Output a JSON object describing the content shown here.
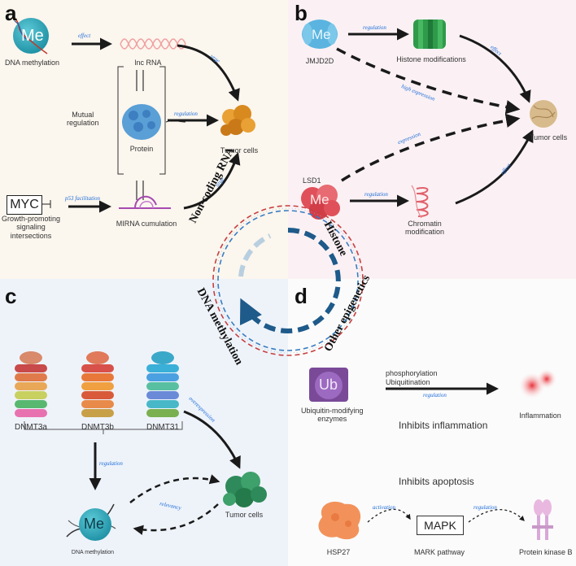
{
  "panels": {
    "a": "a",
    "b": "b",
    "c": "c",
    "d": "d"
  },
  "panel_a": {
    "me_label": "Me",
    "dna_methylation": "DNA methylation",
    "effect": "effect",
    "lnc_rna": "lnc RNA",
    "urge_top": "urge",
    "mutual_regulation": "Mutual\nregulation",
    "protein": "Protein",
    "regulation": "regulation",
    "tumor_cells": "Tumor cells",
    "myc": "MYC",
    "growth_promoting": "Growth-promoting\nsignaling\nintersections",
    "p53_facilitation": "p53 facilitation",
    "mirna_cumulation": "MIRNA cumulation",
    "urge_bottom": "urge"
  },
  "panel_b": {
    "me_label": "Me",
    "jmjd2d": "JMJD2D",
    "regulation_top": "regulation",
    "histone_modifications": "Histone modifications",
    "effect_top": "effect",
    "high_expression": "high expression",
    "tumor_cells": "Tumor cells",
    "expression": "expression",
    "lsd1": "LSD1",
    "me_label_2": "Me",
    "regulation_bottom": "regulation",
    "chromatin_modification": "Chromatin\nmodification",
    "effect_bottom": "effect"
  },
  "ring": {
    "non_coding_rna": "Non-coding RNA",
    "histone": "Histone",
    "dna_methylation": "DNA methylation",
    "other_epigenetics": "Other epigenetics"
  },
  "panel_c": {
    "dnmt3a": "DNMT3a",
    "dnmt3b": "DNMT3b",
    "dnmt31": "DNMT31",
    "overexpression": "overexpression",
    "regulation": "regulation",
    "tumor_cells": "Tumor cells",
    "relevancy": "relevancy",
    "me_label": "Me",
    "dna_methylation": "DNA methylation"
  },
  "panel_d": {
    "ub_label": "Ub",
    "ubiquitin_enzymes": "Ubiquitin-modifying\nenzymes",
    "phosphorylation": "phosphorylation",
    "ubiquitination": "Ubiquitination",
    "regulation_top": "regulation",
    "inflammation": "Inflammation",
    "inhibits_inflammation": "Inhibits inflammation",
    "inhibits_apoptosis": "Inhibits apoptosis",
    "hsp27": "HSP27",
    "activation": "activation",
    "mapk": "MAPK",
    "mark_pathway": "MARK pathway",
    "regulation_bottom": "regulation",
    "protein_kinase_b": "Protein kinase B"
  },
  "colors": {
    "me_teal": "#2aa6b8",
    "ub_purple": "#8a5aa8",
    "arrow_dark": "#1a1a1a",
    "ring_blue": "#1e5a8a",
    "arrow_label": "#1c6cd8",
    "lsd1_red": "#e0505a",
    "histone_green": "#2e9a4a",
    "hsp27_orange": "#f2925a"
  }
}
